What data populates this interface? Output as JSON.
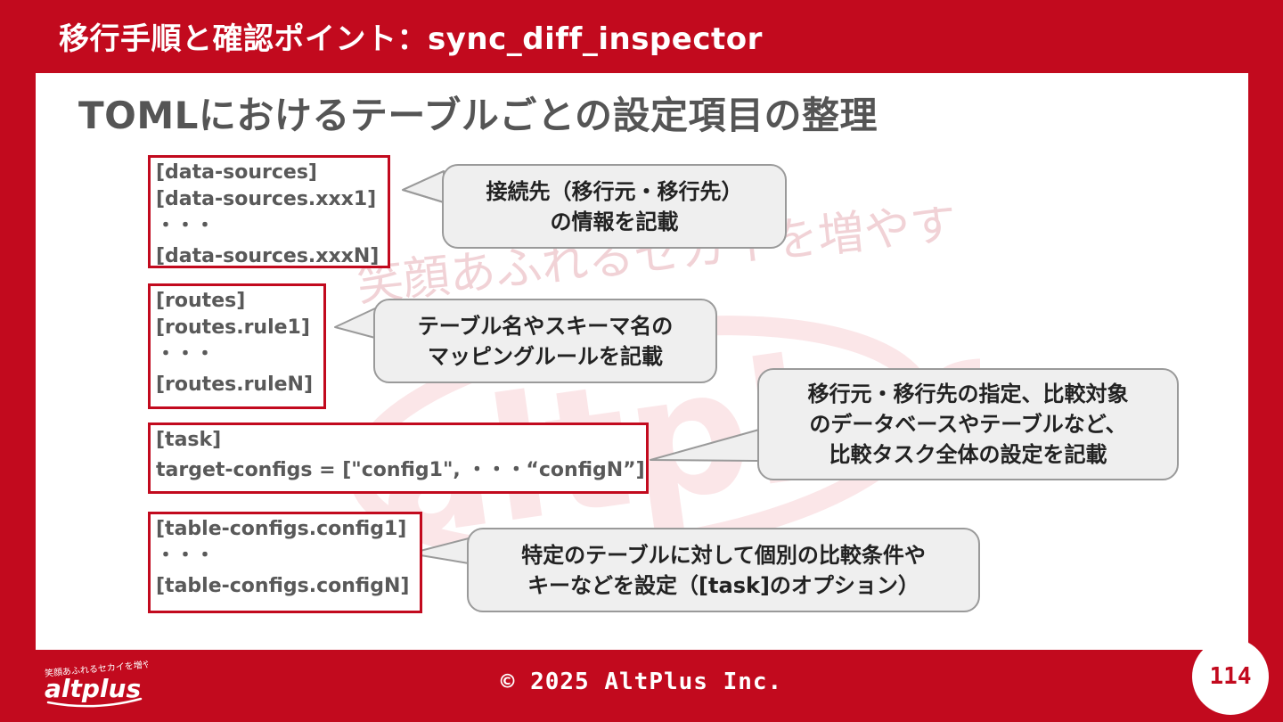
{
  "header": {
    "title": "移行手順と確認ポイント：sync_diff_inspector"
  },
  "slide": {
    "heading": "TOMLにおけるテーブルごとの設定項目の整理"
  },
  "sections": [
    {
      "code": [
        "[data-sources]",
        "[data-sources.xxx1]",
        "・・・",
        "[data-sources.xxxN]"
      ],
      "note": [
        "接続先（移行元・移行先）",
        "の情報を記載"
      ]
    },
    {
      "code": [
        "[routes]",
        "[routes.rule1]",
        "・・・",
        "[routes.ruleN]"
      ],
      "note": [
        "テーブル名やスキーマ名の",
        "マッピングルールを記載"
      ]
    },
    {
      "code": [
        "[task]",
        "target-configs = [\"config1\", ・・・“configN”]"
      ],
      "note": [
        "移行元・移行先の指定、比較対象",
        "のデータベースやテーブルなど、",
        "比較タスク全体の設定を記載"
      ]
    },
    {
      "code": [
        "[table-configs.config1]",
        "・・・",
        "[table-configs.configN]"
      ],
      "note": [
        "特定のテーブルに対して個別の比較条件や",
        "キーなどを設定（[task]のオプション）"
      ]
    }
  ],
  "watermark": {
    "slogan": "笑顔あふれるセカイを増やす",
    "brand": "altplus"
  },
  "logo": {
    "tagline": "笑顔あふれるセカイを増やす",
    "brand": "altplus"
  },
  "footer": {
    "copyright": "© 2025 AltPlus Inc."
  },
  "page": {
    "number": "114"
  },
  "colors": {
    "brand_red": "#c20a1e",
    "callout_bg": "#efefef",
    "code_text": "#595959"
  }
}
